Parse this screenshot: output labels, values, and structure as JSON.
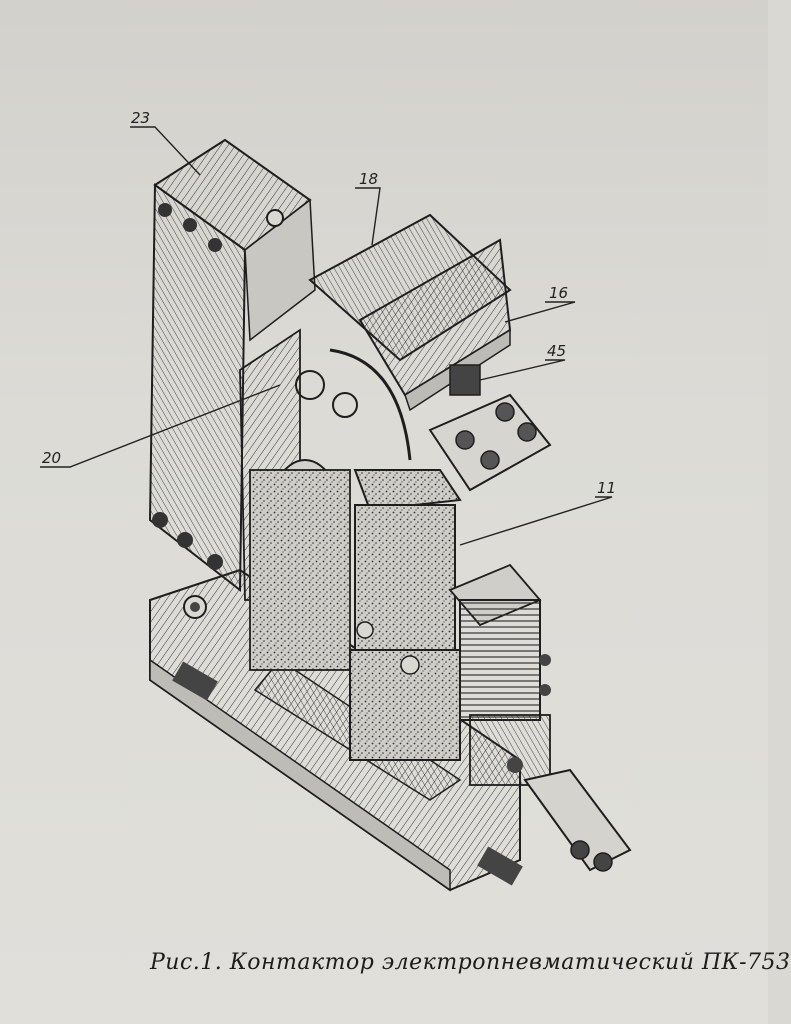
{
  "figure": {
    "caption": "Рис.1. Контактор электропневматический ПК-753",
    "callouts": {
      "c23": "23",
      "c18": "18",
      "c16": "16",
      "c45": "45",
      "c20": "20",
      "c11": "11"
    },
    "colors": {
      "ink": "#1e1e1e",
      "paper": "#dcdbd6",
      "shade": "#b9b8b2"
    }
  }
}
